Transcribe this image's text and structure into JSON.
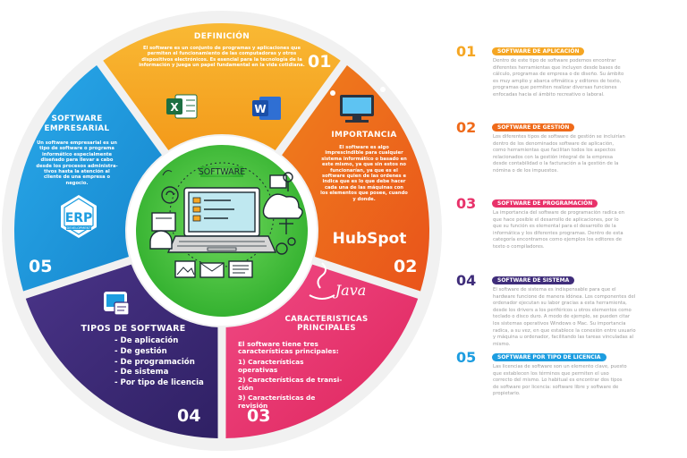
{
  "colors": {
    "yellow": "#f5a623",
    "orange": "#ef6a1a",
    "pink": "#e8326a",
    "purple": "#3f2d7a",
    "blue": "#1d9de0",
    "green": "#3fbf3a"
  },
  "center": {
    "label": "SOFTWARE"
  },
  "segments": {
    "definicion": {
      "title": "DEFINICIÓN",
      "text": "El software es un conjunto de programas y aplicaciones que permiten el funcionamiento de las computadoras y otros dispositivos electrónicos. Es esencial para la tecnología de la información y juega un papel fundamental en la vida cotidiana.",
      "number": "01"
    },
    "importancia": {
      "title": "IMPORTANCIA",
      "text": "El software es algo imprescindible para cualquier sistema informático o basado en este mismo, ya que sin estos no funcionarían, ya que es el software quien de las ordenes e indica que es lo que debe hacer cada una de las máquinas con los elementos que posee, cuando y donde.",
      "number": "02",
      "logo": "HubSpot"
    },
    "caracteristicas": {
      "title": "CARACTERISTICAS PRINCIPALES",
      "intro": "El software tiene tres características principales:",
      "items": [
        "1) Características operativas",
        "2) Características de transi- ción",
        "3) Características de revisión"
      ],
      "number": "03",
      "logo": "Java"
    },
    "tipos": {
      "title": "TIPOS DE SOFTWARE",
      "items": [
        "- De aplicación",
        "- De gestión",
        "- De programación",
        "- De sistema",
        "- Por tipo de licencia"
      ],
      "number": "04"
    },
    "empresarial": {
      "title": "SOFTWARE EMPRESARIAL",
      "text": "Un software empresarial es un tipo de software o programa informático especialmente diseñado para llevar a cabo desde los procesos administra- tivos hasta la atención al cliente de una empresa o negocio.",
      "number": "05",
      "logo": "ERP",
      "logo_sub": "DEVELOPMENT"
    }
  },
  "right_panel": [
    {
      "number": "01",
      "title": "SOFTWARE DE APLICACIÓN",
      "color": "#f5a623",
      "text": "Dentro de este tipo de software podemos encontrar diferentes herramientas que incluyen desde bases de cálculo, programas de empresa o de diseño. Su ámbito es muy amplio y abarca ofimática y editores de texto, programas que permiten realizar diversas funciones enfocadas hacia el ámbito recreativo o laboral."
    },
    {
      "number": "02",
      "title": "SOFTWARE DE GESTIÓN",
      "color": "#ef6a1a",
      "text": "Los diferentes tipos de software de gestión se incluirían dentro de los denominados software de aplicación, como herramientas que facilitan todos los aspectos relacionados con la gestión integral de la empresa desde contabilidad o la facturación a la gestión de la nómina o de los impuestos."
    },
    {
      "number": "03",
      "title": "SOFTWARE DE PROGRAMACIÓN",
      "color": "#e8326a",
      "text": "La importancia del software de programación radica en que hace posible el desarrollo de aplicaciones, por lo que su función es elemental para el desarrollo de la informática y los diferentes programas. Dentro de esta categoría encontramos como ejemplos los editores de texto o compiladores."
    },
    {
      "number": "04",
      "title": "SOFTWARE DE SISTEMA",
      "color": "#3f2d7a",
      "text": "El software de sistema es indispensable para que el hardware funcione de manera idónea. Los componentes del ordenador ejecutan su labor gracias a esta herramienta, desde los drivers a los periféricos u otros elementos como teclado o disco duro. A modo de ejemplo, se pueden citar los sistemas operativos Windows o Mac. Su importancia radica, a su vez, en que establece la conexión entre usuario y máquina u ordenador, facilitando las tareas vinculadas al mismo."
    },
    {
      "number": "05",
      "title": "SOFTWARE POR TIPO DE LICENCIA",
      "color": "#1d9de0",
      "text": "Las licencias de software son un elemento clave, puesto que establecen los términos que permiten el uso correcto del mismo. Lo habitual es encontrar dos tipos de software por licencia: software libre y software de propietario."
    }
  ]
}
